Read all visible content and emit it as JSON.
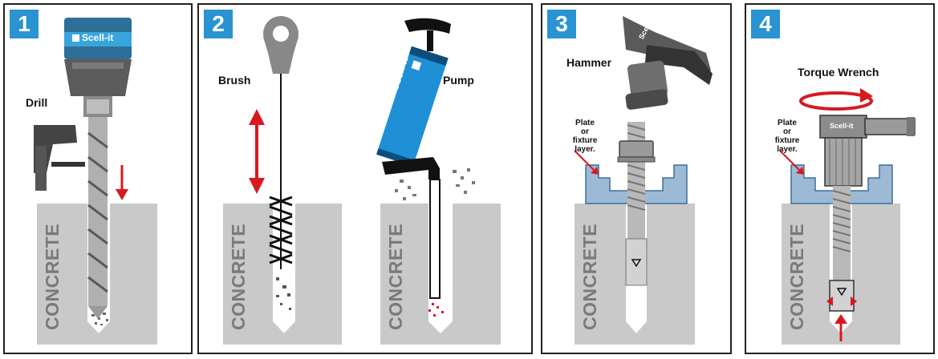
{
  "steps": [
    {
      "number": "1",
      "tool_label": "Drill",
      "brand": "Scell-it",
      "material": "CONCRETE"
    },
    {
      "number": "2",
      "tool_label_left": "Brush",
      "tool_label_right": "Pump",
      "brand": "Scell-it",
      "material": "CONCRETE"
    },
    {
      "number": "3",
      "tool_label": "Hammer",
      "plate_label": "Plate\nor\nfixture\nlayer.",
      "brand": "Scell-it",
      "material": "CONCRETE"
    },
    {
      "number": "4",
      "tool_label": "Torque Wrench",
      "plate_label": "Plate\nor\nfixture\nlayer.",
      "brand": "Scell-it",
      "material": "CONCRETE"
    }
  ],
  "colors": {
    "badge": "#2a93d1",
    "arrow": "#d71920",
    "concrete": "#c9c9c9",
    "plate": "#9cbad6",
    "pump": "#1f8fd6"
  }
}
